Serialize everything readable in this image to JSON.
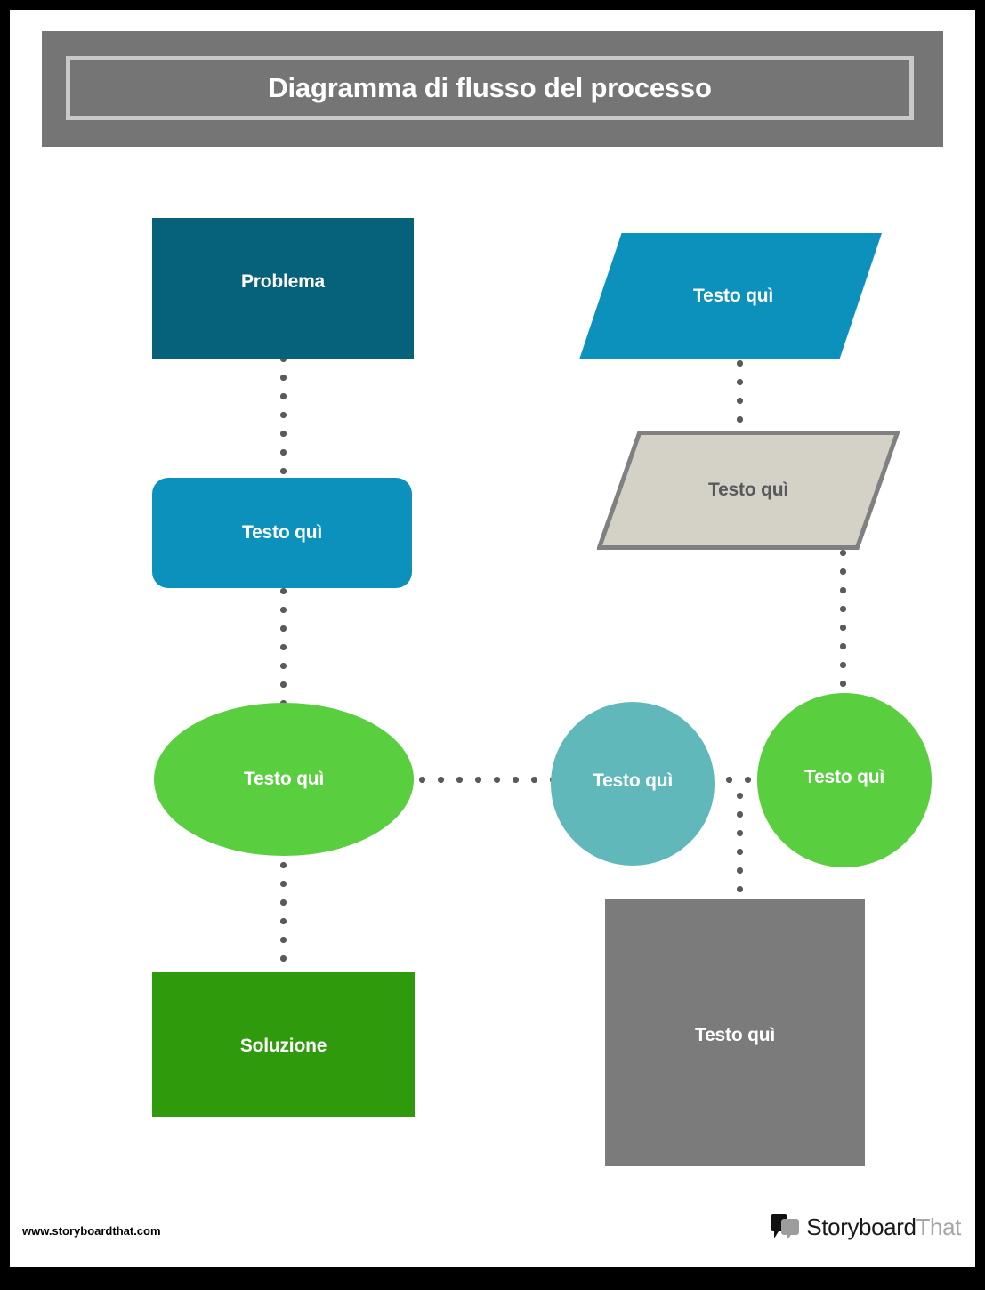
{
  "page": {
    "title": "Diagramma di flusso del processo"
  },
  "diagram": {
    "nodes": [
      {
        "id": "problema",
        "label": "Problema",
        "shape": "rectangle",
        "color": "#06617a",
        "text_color": "#ffffff"
      },
      {
        "id": "process-left",
        "label": "Testo quì",
        "shape": "rounded-rectangle",
        "color": "#0b91bc",
        "text_color": "#ffffff"
      },
      {
        "id": "ellipse-left",
        "label": "Testo quì",
        "shape": "ellipse",
        "color": "#59ce3e",
        "text_color": "#ffffff"
      },
      {
        "id": "soluzione",
        "label": "Soluzione",
        "shape": "rectangle",
        "color": "#2e9a0c",
        "text_color": "#ffffff"
      },
      {
        "id": "para-top",
        "label": "Testo quì",
        "shape": "parallelogram",
        "color": "#0b91bc",
        "text_color": "#ffffff"
      },
      {
        "id": "para-bottom",
        "label": "Testo quì",
        "shape": "parallelogram",
        "color": "#d4d1c6",
        "text_color": "#58595b"
      },
      {
        "id": "circle-mid",
        "label": "Testo quì",
        "shape": "circle",
        "color": "#60b8ba",
        "text_color": "#ffffff"
      },
      {
        "id": "circle-right",
        "label": "Testo quì",
        "shape": "circle",
        "color": "#59ce3e",
        "text_color": "#ffffff"
      },
      {
        "id": "gray-box",
        "label": "Testo quì",
        "shape": "rectangle",
        "color": "#7b7b7b",
        "text_color": "#ffffff"
      }
    ],
    "connector_color": "#5a5a5a",
    "connector_style": "dotted"
  },
  "footer": {
    "url": "www.storyboardthat.com",
    "logo_primary": "Storyboard",
    "logo_secondary": "That"
  },
  "colors": {
    "banner": "#757575",
    "banner_inner_border": "#c9c9c9",
    "page_border": "#000000",
    "background": "#ffffff"
  }
}
